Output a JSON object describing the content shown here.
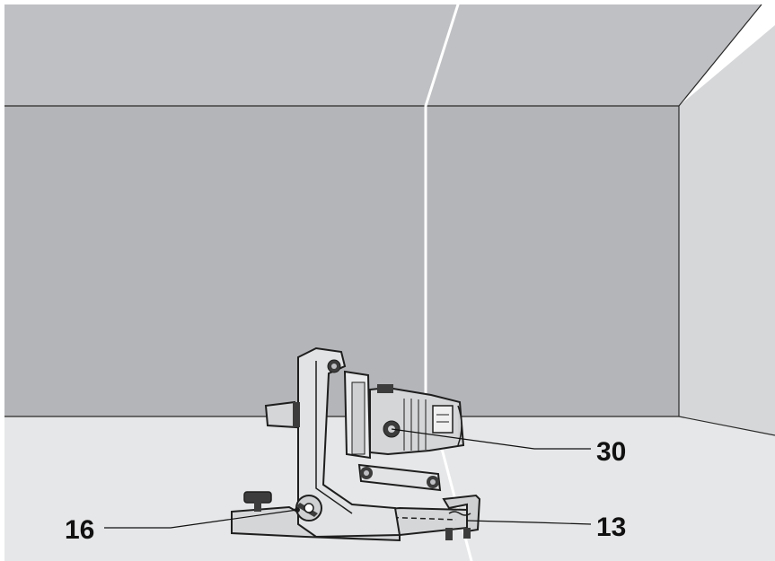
{
  "callouts": [
    {
      "id": "30",
      "text": "30"
    },
    {
      "id": "13",
      "text": "13"
    },
    {
      "id": "16",
      "text": "16"
    }
  ],
  "colors": {
    "ceiling": "#bfc0c3",
    "back_wall": "#b4b5b9",
    "right_wall": "#d6d7d9",
    "floor": "#e6e7e8",
    "laser_line": "#ffffff",
    "edge": "#2a2a2a",
    "device_body": "#d5d6d8",
    "device_dark": "#3c3c3c"
  },
  "icons": [
    "rotating-laser-device",
    "wall-bracket",
    "vertical-laser-line"
  ]
}
